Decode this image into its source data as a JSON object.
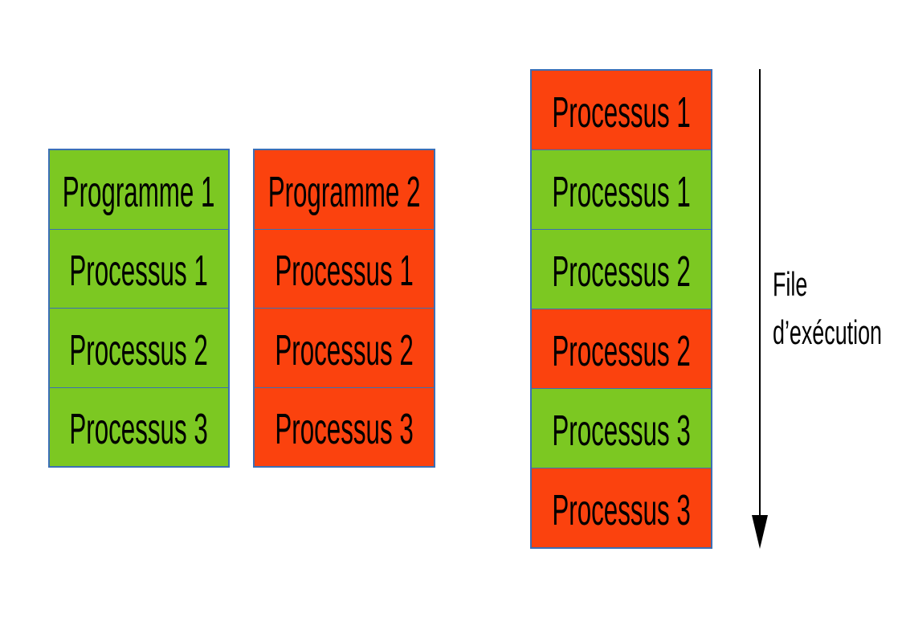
{
  "colors": {
    "background": "#ffffff",
    "green": "#7cc822",
    "red": "#fb420e",
    "border": "#3b6fb6",
    "text": "#000000",
    "arrow": "#000000"
  },
  "columns": [
    {
      "id": "programme-1",
      "cells": [
        {
          "label": "Programme 1",
          "color": "green"
        },
        {
          "label": "Processus 1",
          "color": "green"
        },
        {
          "label": "Processus 2",
          "color": "green"
        },
        {
          "label": "Processus 3",
          "color": "green"
        }
      ]
    },
    {
      "id": "programme-2",
      "cells": [
        {
          "label": "Programme 2",
          "color": "red"
        },
        {
          "label": "Processus 1",
          "color": "red"
        },
        {
          "label": "Processus 2",
          "color": "red"
        },
        {
          "label": "Processus 3",
          "color": "red"
        }
      ]
    },
    {
      "id": "execution-queue",
      "cells": [
        {
          "label": "Processus 1",
          "color": "red"
        },
        {
          "label": "Processus 1",
          "color": "green"
        },
        {
          "label": "Processus 2",
          "color": "green"
        },
        {
          "label": "Processus 2",
          "color": "red"
        },
        {
          "label": "Processus 3",
          "color": "green"
        },
        {
          "label": "Processus 3",
          "color": "red"
        }
      ]
    }
  ],
  "annotation": {
    "line1": "File",
    "line2": "d’exécution",
    "arrow_direction": "down"
  }
}
